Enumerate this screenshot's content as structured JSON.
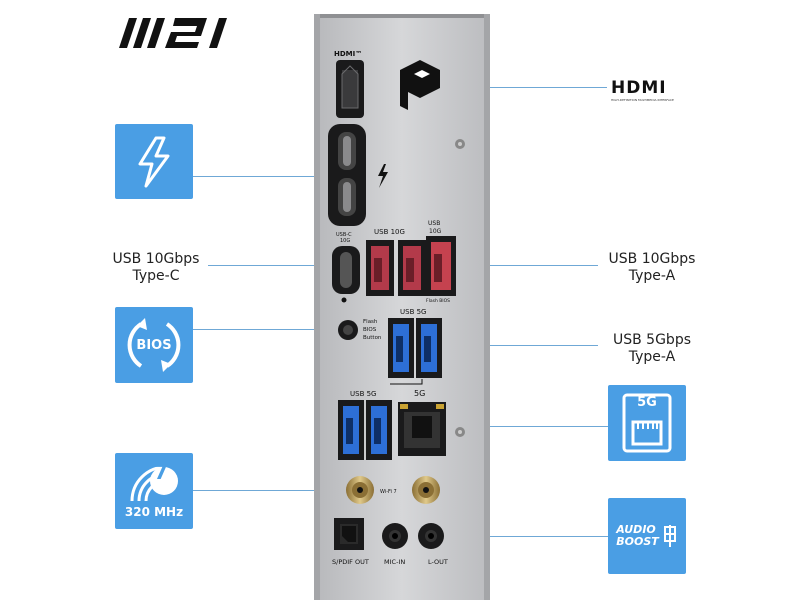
{
  "brand": {
    "logo_text": "MSI"
  },
  "labels": {
    "hdmi_brand": "HDMI",
    "hdmi_brand_sub": "HIGH-DEFINITION MULTIMEDIA INTERFACE",
    "usb_c_left": "USB 10Gbps\nType-C",
    "usb_10_a": "USB 10Gbps\nType-A",
    "usb_5_a": "USB 5Gbps\nType-A"
  },
  "tiles": {
    "thunderbolt": {
      "icon": "thunderbolt-icon"
    },
    "bios": {
      "icon": "bios-refresh-icon",
      "text": "BIOS"
    },
    "wifi": {
      "icon": "wifi-7-icon",
      "number": "7",
      "freq": "320 MHz"
    },
    "lan": {
      "icon": "ethernet-port-icon",
      "text": "5G"
    },
    "audio": {
      "icon": "audio-boost-icon",
      "line1": "AUDIO",
      "line2": "BOOST"
    }
  },
  "panel": {
    "hdmi_label": "HDMI™",
    "usbc_label": "USB-C\n10G",
    "usb10g_label": "USB 10G",
    "usb10g_right_label": "USB\n10G",
    "flash_bios_small": "Flash BIOS",
    "flash_bios_button": "Flash\nBIOS\nButton",
    "usb5g_label": "USB 5G",
    "usb5g_left_label": "USB 5G",
    "lan_label": "5G",
    "wifi_label": "Wi-Fi 7",
    "spdif_label": "S/PDIF OUT",
    "mic_label": "MIC-IN",
    "lout_label": "L-OUT"
  },
  "colors": {
    "accent": "#4a9ee4",
    "leader": "#6fa8d6",
    "panel_metal": "#c9cacc",
    "usb3_blue": "#2d6fd6",
    "usb10g_red": "#b33a4a",
    "gold": "#b89a55"
  }
}
